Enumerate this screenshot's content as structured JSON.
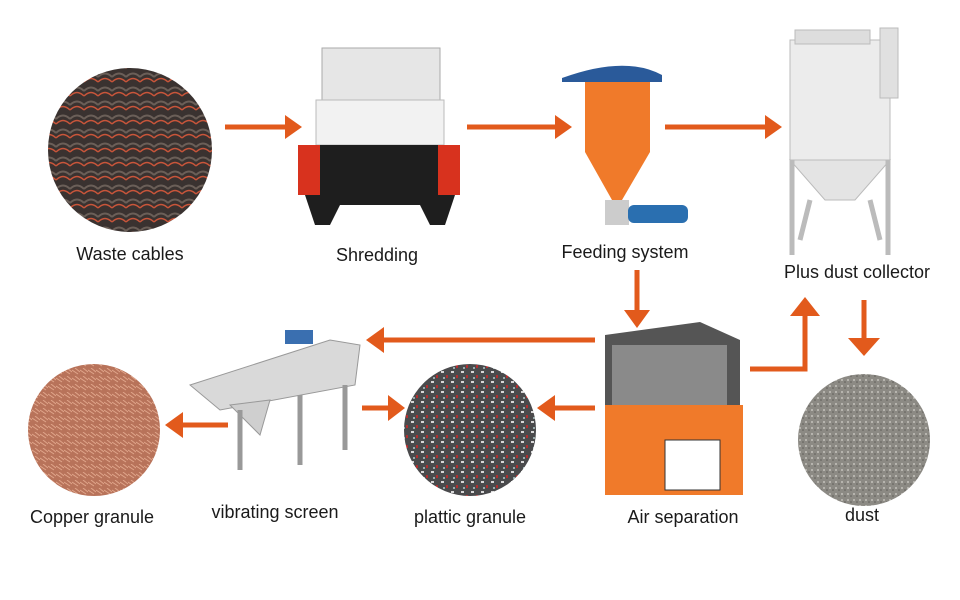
{
  "colors": {
    "arrow": "#E25A1C",
    "machine_orange": "#F07A2A",
    "machine_red": "#D8321E",
    "machine_grey": "#D9D9D9"
  },
  "nodes": {
    "waste_cables": {
      "label": "Waste cables",
      "icon": "cable-pile-photo"
    },
    "shredding": {
      "label": "Shredding",
      "icon": "shredder-machine"
    },
    "feeding_system": {
      "label": "Feeding system",
      "icon": "cyclone-feeder"
    },
    "dust_collector": {
      "label": "Plus dust collector",
      "icon": "dust-collector-machine"
    },
    "dust": {
      "label": "dust",
      "icon": "dust-photo"
    },
    "air_separation": {
      "label": "Air separation",
      "icon": "air-separator-machine"
    },
    "plastic_granule": {
      "label": "plattic granule",
      "icon": "plastic-granule-photo"
    },
    "vibrating_screen": {
      "label": "vibrating screen",
      "icon": "vibrating-screen-machine"
    },
    "copper_granule": {
      "label": "Copper granule",
      "icon": "copper-granule-photo"
    }
  },
  "flow": [
    [
      "Waste cables",
      "Shredding"
    ],
    [
      "Shredding",
      "Feeding system"
    ],
    [
      "Feeding system",
      "Plus dust collector"
    ],
    [
      "Feeding system",
      "Air separation"
    ],
    [
      "Air separation",
      "vibrating screen"
    ],
    [
      "Air separation",
      "Plus dust collector"
    ],
    [
      "Plus dust collector",
      "dust"
    ],
    [
      "Air separation",
      "plattic granule"
    ],
    [
      "vibrating screen",
      "plattic granule"
    ],
    [
      "vibrating screen",
      "Copper granule"
    ]
  ]
}
